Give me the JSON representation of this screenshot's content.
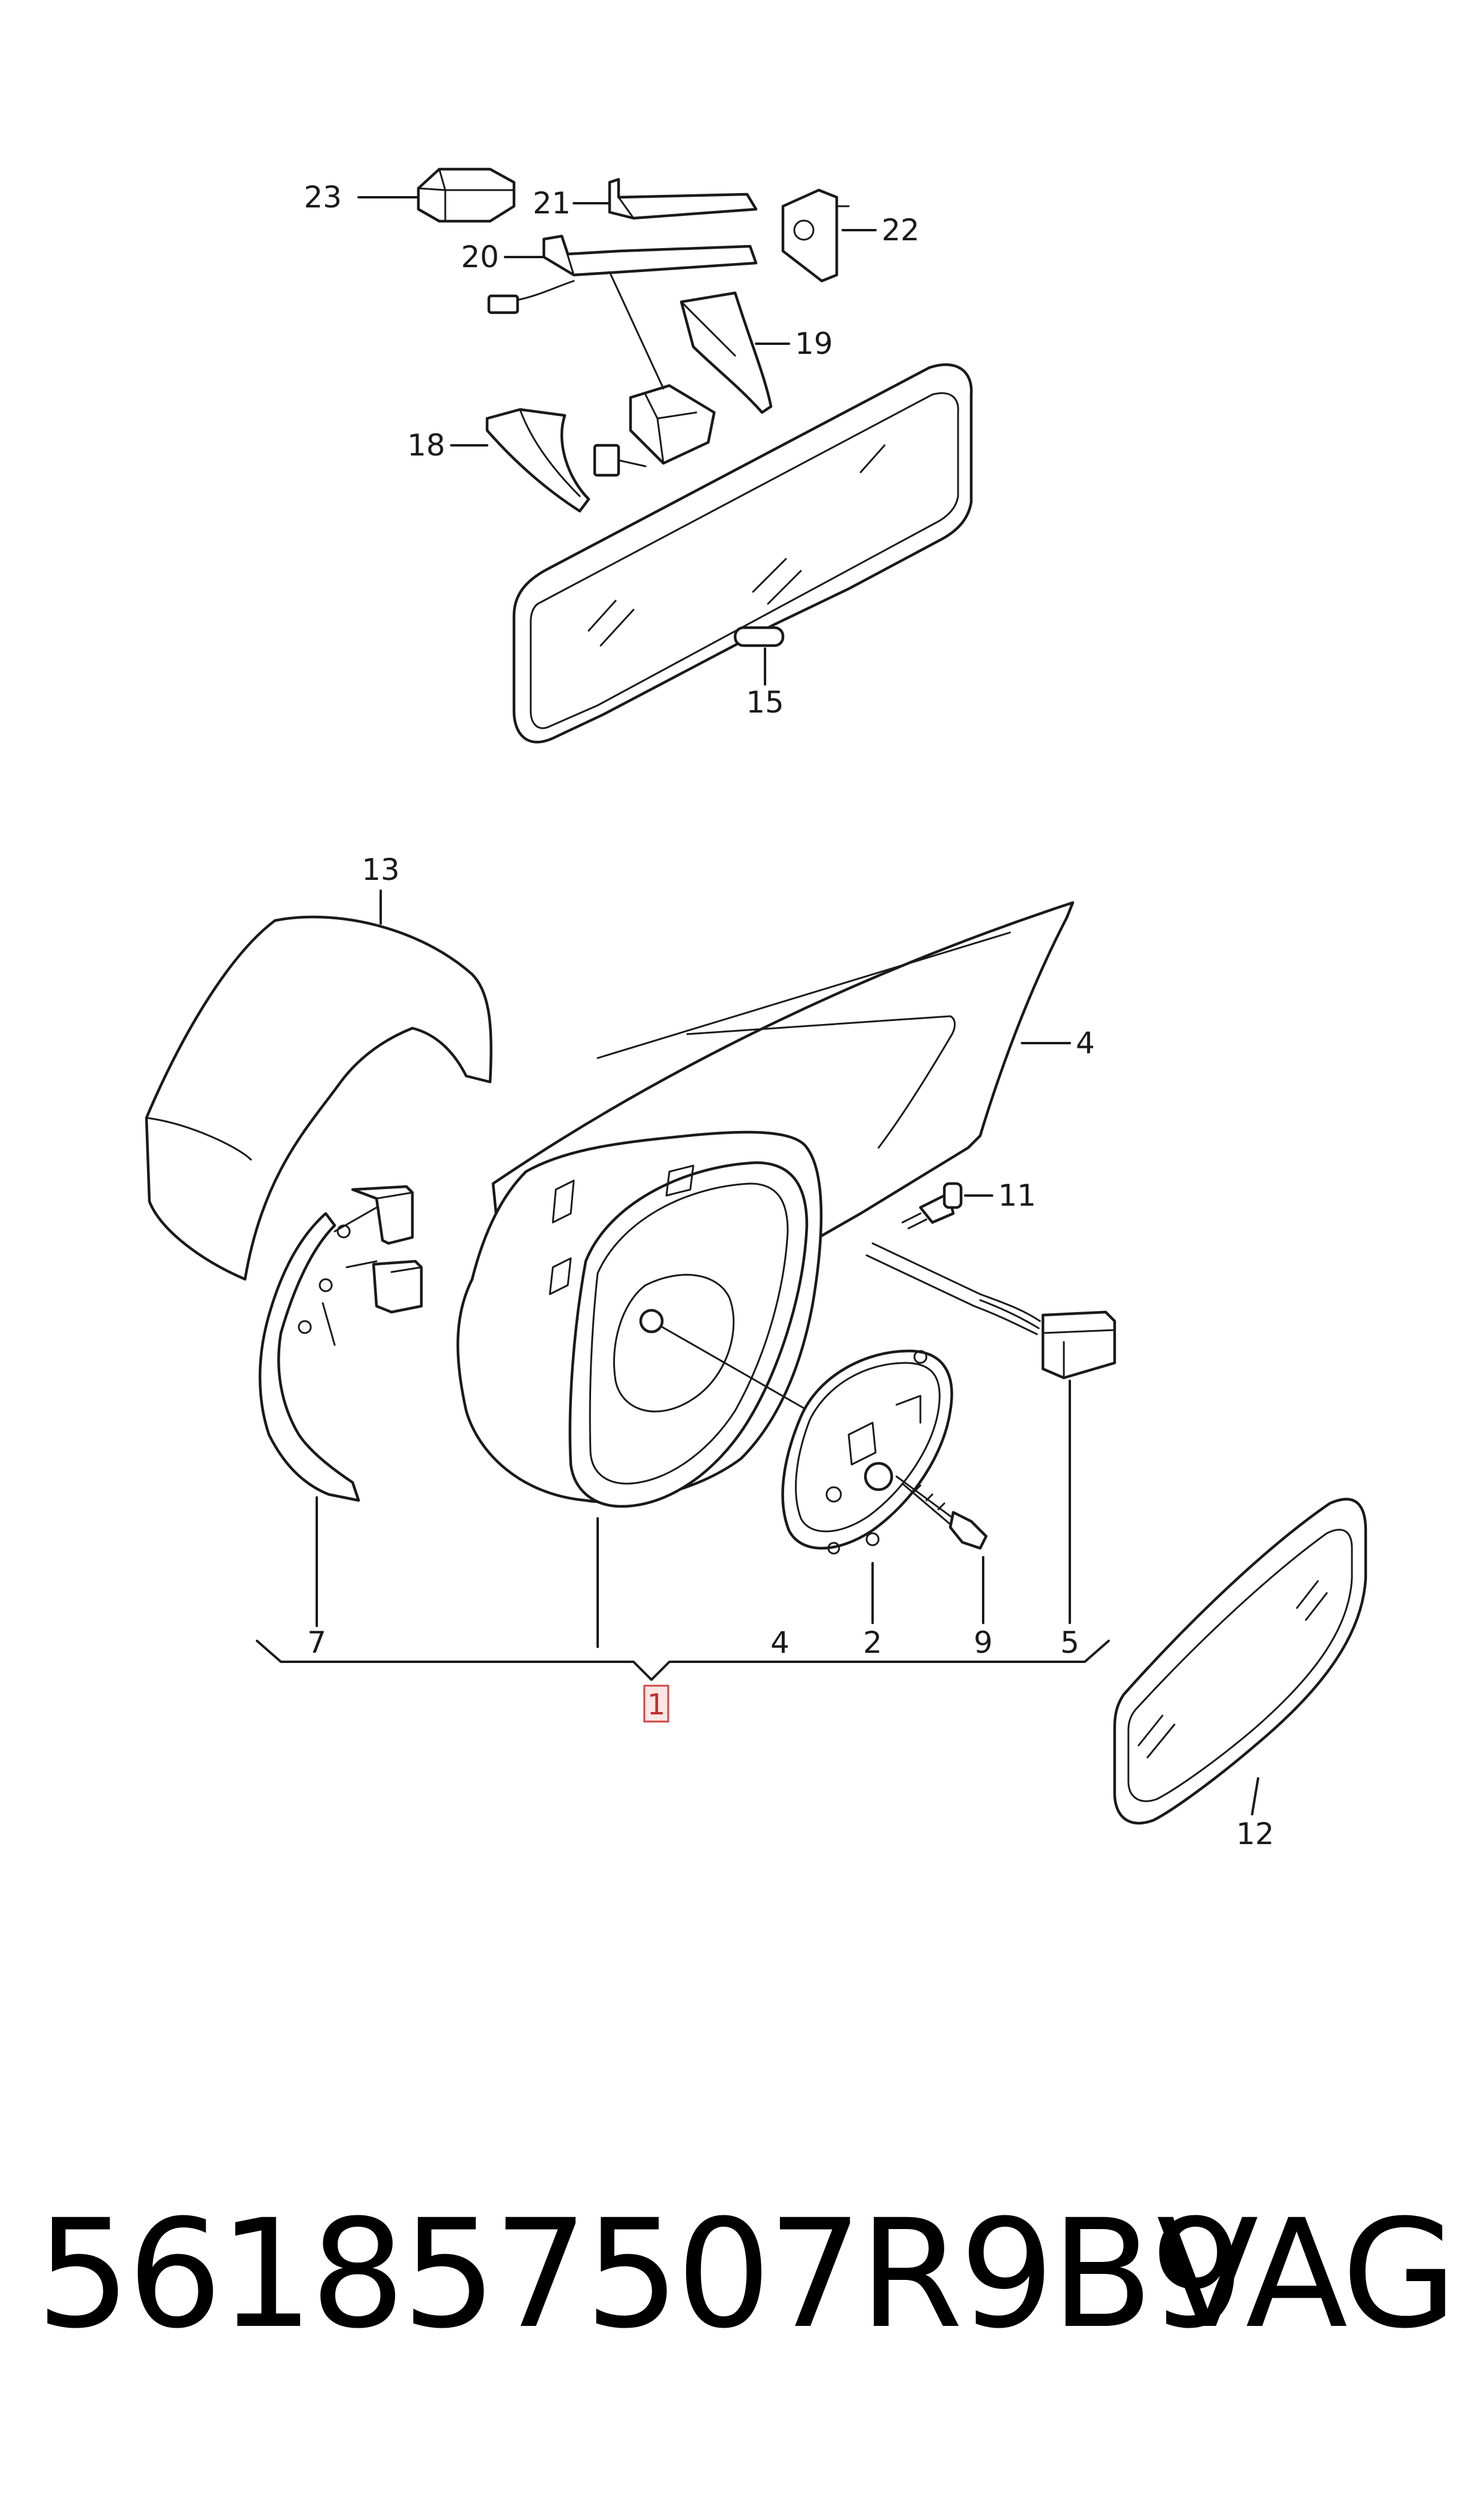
{
  "callouts": {
    "c1": "1",
    "c2": "2",
    "c4a": "4",
    "c4b": "4",
    "c5": "5",
    "c7": "7",
    "c9": "9",
    "c11": "11",
    "c12": "12",
    "c13": "13",
    "c15": "15",
    "c18": "18",
    "c19": "19",
    "c20": "20",
    "c21": "21",
    "c22": "22",
    "c23": "23"
  },
  "footer": {
    "part_number": "561857507R9B9",
    "brand": "VAG"
  },
  "colors": {
    "line": "#1a1a1a",
    "highlight_border": "#d04545",
    "highlight_text": "#c03030"
  }
}
